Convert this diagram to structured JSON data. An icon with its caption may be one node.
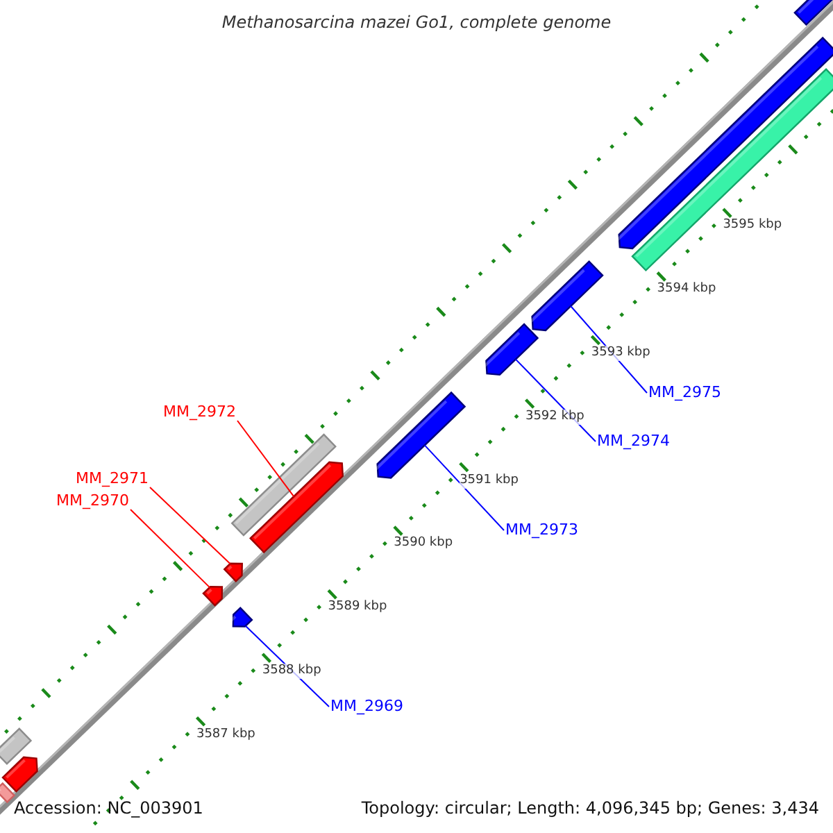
{
  "diagram": {
    "title": "Methanosarcina mazei Go1, complete genome",
    "nodes": [
      {
        "text": [
          "MM_2975"
        ]
      },
      {
        "text": [
          "MM_2972"
        ]
      },
      {
        "text": [
          "MM_2974"
        ]
      },
      {
        "text": [
          "MM_2971"
        ]
      },
      {
        "text": [
          "MM_2970"
        ]
      },
      {
        "text": [
          "MM_2973"
        ]
      },
      {
        "text": [
          "MM_2969"
        ]
      },
      {
        "text": [],
        "shape": "bar"
      },
      {
        "text": [],
        "shape": "bar"
      },
      {
        "text": [],
        "shape": "bar"
      },
      {
        "text": [],
        "shape": "bar"
      },
      {
        "text": [],
        "shape": "bar"
      },
      {
        "text": [],
        "shape": "bar"
      },
      {
        "text": [],
        "shape": "bar"
      },
      {
        "text": [],
        "shape": "box"
      },
      {
        "text": [],
        "shape": "box"
      },
      {
        "text": [],
        "shape": "bar"
      },
      {
        "text": [],
        "shape": "box"
      },
      {
        "text": [],
        "shape": "bar"
      },
      {
        "text": [],
        "shape": "box"
      },
      {
        "text": [],
        "shape": "bar"
      }
    ],
    "edges": [
      {
        "from": 0,
        "to": 13,
        "arrow": "none"
      },
      {
        "from": 1,
        "to": 10,
        "arrow": "none",
        "color": "#ff0000"
      },
      {
        "from": 2,
        "to": 12,
        "arrow": "none"
      },
      {
        "from": 3,
        "to": 8,
        "arrow": "none",
        "color": "#ff0000"
      },
      {
        "from": 4,
        "to": 7,
        "arrow": "none",
        "color": "#ff0000"
      },
      {
        "from": 5,
        "to": 11,
        "arrow": "none"
      },
      {
        "from": 6,
        "to": 9,
        "arrow": "none"
      }
    ],
    "labels": [
      "3595 kbp",
      "3594 kbp",
      "3593 kbp",
      "3592 kbp",
      "3591 kbp",
      "3590 kbp",
      "3589 kbp",
      "3588 kbp",
      "3587 kbp",
      "Accession: NC_003901",
      "Topology: circular; Length: 4,096,345 bp; Genes: 3,434"
    ]
  }
}
